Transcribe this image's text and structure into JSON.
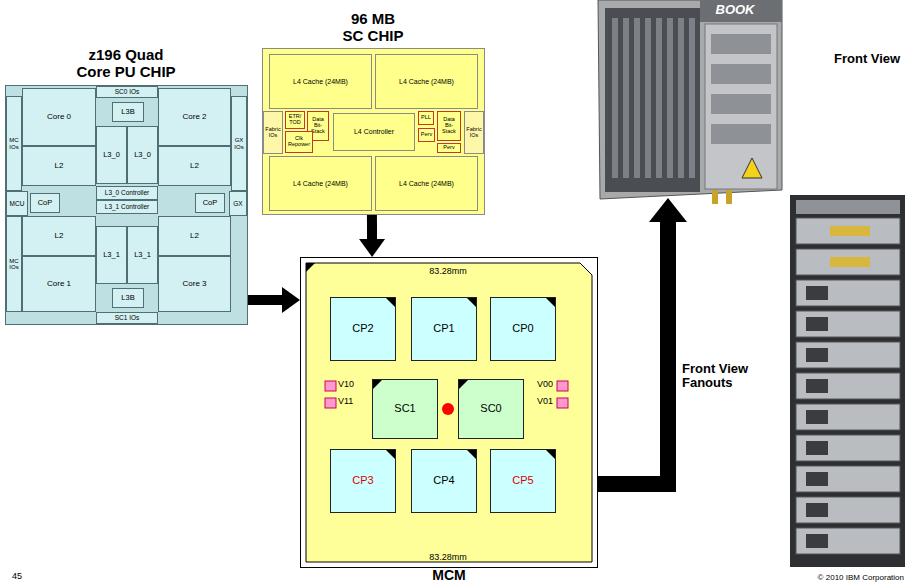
{
  "diagram": {
    "nodes": [
      {
        "text": [
          "z196 Quad Core PU CHIP"
        ]
      },
      {
        "text": [
          "MC IOs"
        ],
        "in": 0
      },
      {
        "text": [
          "Core 0"
        ],
        "in": 0
      },
      {
        "text": [
          "SC0 IOs"
        ],
        "in": 0
      },
      {
        "text": [
          "L3B"
        ],
        "in": 0
      },
      {
        "text": [
          "Core 2"
        ],
        "in": 0
      },
      {
        "text": [
          "GX IOs"
        ],
        "in": 0
      },
      {
        "text": [
          "L2"
        ],
        "in": 0
      },
      {
        "text": [
          "L3_0"
        ],
        "in": 0
      },
      {
        "text": [
          "L3_0"
        ],
        "in": 0
      },
      {
        "text": [
          "L2"
        ],
        "in": 0
      },
      {
        "text": [
          "MCU"
        ],
        "in": 0
      },
      {
        "text": [
          "CoP"
        ],
        "in": 0
      },
      {
        "text": [
          "L3_0 Controller"
        ],
        "in": 0
      },
      {
        "text": [
          "L3_1 Controller"
        ],
        "in": 0
      },
      {
        "text": [
          "CoP"
        ],
        "in": 0
      },
      {
        "text": [
          "GX"
        ],
        "in": 0
      },
      {
        "text": [
          "MC IOs"
        ],
        "in": 0
      },
      {
        "text": [
          "L2"
        ],
        "in": 0
      },
      {
        "text": [
          "L3_1"
        ],
        "in": 0
      },
      {
        "text": [
          "L3_1"
        ],
        "in": 0
      },
      {
        "text": [
          "L2"
        ],
        "in": 0
      },
      {
        "text": [
          "Core 1"
        ],
        "in": 0
      },
      {
        "text": [
          "L3B"
        ],
        "in": 0
      },
      {
        "text": [
          "Core 3"
        ],
        "in": 0
      },
      {
        "text": [
          "SC1 IOs"
        ],
        "in": 0
      },
      {
        "text": [
          "96 MB SC CHIP"
        ]
      },
      {
        "text": [
          "L4 Cache (24MB)"
        ],
        "in": 26
      },
      {
        "text": [
          "L4 Cache (24MB)"
        ],
        "in": 26
      },
      {
        "text": [
          "Fabric IOs"
        ],
        "in": 26
      },
      {
        "text": [
          "ETR/ TOD"
        ],
        "in": 26
      },
      {
        "text": [
          "Data Bit- Stack"
        ],
        "in": 26
      },
      {
        "text": [
          "Clk Repower"
        ],
        "in": 26
      },
      {
        "text": [
          "L4 Controller"
        ],
        "in": 26
      },
      {
        "text": [
          "PLL"
        ],
        "in": 26
      },
      {
        "text": [
          "Perv"
        ],
        "in": 26
      },
      {
        "text": [
          "Data Bit- Stack"
        ],
        "in": 26
      },
      {
        "text": [
          "Perv"
        ],
        "in": 26
      },
      {
        "text": [
          "Fabric IOs"
        ],
        "in": 26
      },
      {
        "text": [
          "L4 Cache (24MB)"
        ],
        "in": 26
      },
      {
        "text": [
          "L4 Cache (24MB)"
        ],
        "in": 26
      },
      {
        "text": [
          "BOOK"
        ]
      },
      {
        "text": [
          "MCM"
        ]
      },
      {
        "text": [
          "CP2"
        ],
        "in": 42
      },
      {
        "text": [
          "CP1"
        ],
        "in": 42
      },
      {
        "text": [
          "CP0"
        ],
        "in": 42
      },
      {
        "text": [
          "SC1"
        ],
        "in": 42
      },
      {
        "text": [
          "SC0"
        ],
        "in": 42
      },
      {
        "text": [
          "CP3"
        ],
        "in": 42
      },
      {
        "text": [
          "CP4"
        ],
        "in": 42
      },
      {
        "text": [
          "CP5"
        ],
        "in": 42
      }
    ],
    "edges": [
      {
        "from": 0,
        "to": 42,
        "arrow": "to"
      },
      {
        "from": 26,
        "to": 42,
        "arrow": "to"
      },
      {
        "from": 42,
        "to": 41,
        "arrow": "to"
      }
    ],
    "labels": [
      "83.28mm",
      "83.28mm",
      "V10",
      "V11",
      "V00",
      "V01",
      "Front View",
      "Front View Fanouts",
      "45",
      "© 2010 IBM Corporation"
    ]
  }
}
